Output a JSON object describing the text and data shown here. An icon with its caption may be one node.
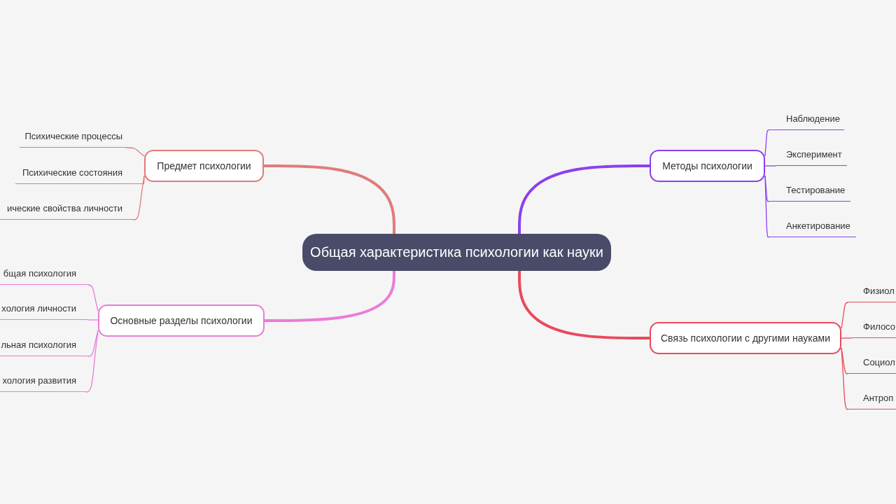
{
  "diagram": {
    "nodes": [
      {
        "text": [
          "Общая характеристика психологии как науки"
        ]
      },
      {
        "text": [
          "Предмет психологии"
        ]
      },
      {
        "text": [
          "Психические процессы"
        ]
      },
      {
        "text": [
          "Психические состояния"
        ]
      },
      {
        "text": [
          "ические свойства личности"
        ]
      },
      {
        "text": [
          "Основные разделы психологии"
        ]
      },
      {
        "text": [
          "бщая психология"
        ]
      },
      {
        "text": [
          "хология личности"
        ]
      },
      {
        "text": [
          "льная психология"
        ]
      },
      {
        "text": [
          "хология развития"
        ]
      },
      {
        "text": [
          "Методы психологии"
        ]
      },
      {
        "text": [
          "Наблюдение"
        ]
      },
      {
        "text": [
          "Эксперимент"
        ]
      },
      {
        "text": [
          "Тестирование"
        ]
      },
      {
        "text": [
          "Анкетирование"
        ]
      },
      {
        "text": [
          "Связь психологии с другими науками"
        ]
      },
      {
        "text": [
          "Физиол"
        ]
      },
      {
        "text": [
          "Филосо"
        ]
      },
      {
        "text": [
          "Социол"
        ]
      },
      {
        "text": [
          "Антроп"
        ]
      }
    ],
    "edges": [
      {
        "from": 0,
        "to": 1,
        "arrow": "none",
        "style": "thick",
        "color": "#e07b7b"
      },
      {
        "from": 1,
        "to": 2,
        "arrow": "none",
        "color": "#e07b7b"
      },
      {
        "from": 1,
        "to": 3,
        "arrow": "none",
        "color": "#e07b7b"
      },
      {
        "from": 1,
        "to": 4,
        "arrow": "none",
        "color": "#e07b7b"
      },
      {
        "from": 0,
        "to": 5,
        "arrow": "none",
        "style": "thick",
        "color": "#ea7bd9"
      },
      {
        "from": 5,
        "to": 6,
        "arrow": "none",
        "color": "#ea7bd9"
      },
      {
        "from": 5,
        "to": 7,
        "arrow": "none",
        "color": "#ea7bd9"
      },
      {
        "from": 5,
        "to": 8,
        "arrow": "none",
        "color": "#ea7bd9"
      },
      {
        "from": 5,
        "to": 9,
        "arrow": "none",
        "color": "#ea7bd9"
      },
      {
        "from": 0,
        "to": 10,
        "arrow": "none",
        "style": "thick",
        "color": "#8c3ff0"
      },
      {
        "from": 10,
        "to": 11,
        "arrow": "none",
        "color": "#8c3ff0"
      },
      {
        "from": 10,
        "to": 12,
        "arrow": "none",
        "color": "#8c3ff0"
      },
      {
        "from": 10,
        "to": 13,
        "arrow": "none",
        "color": "#8c3ff0"
      },
      {
        "from": 10,
        "to": 14,
        "arrow": "none",
        "color": "#8c3ff0"
      },
      {
        "from": 0,
        "to": 15,
        "arrow": "none",
        "style": "thick",
        "color": "#e84a5c"
      },
      {
        "from": 15,
        "to": 16,
        "arrow": "none",
        "color": "#e84a5c"
      },
      {
        "from": 15,
        "to": 17,
        "arrow": "none",
        "color": "#e84a5c"
      },
      {
        "from": 15,
        "to": 18,
        "arrow": "none",
        "color": "#e84a5c"
      },
      {
        "from": 15,
        "to": 19,
        "arrow": "none",
        "color": "#e84a5c"
      }
    ]
  }
}
